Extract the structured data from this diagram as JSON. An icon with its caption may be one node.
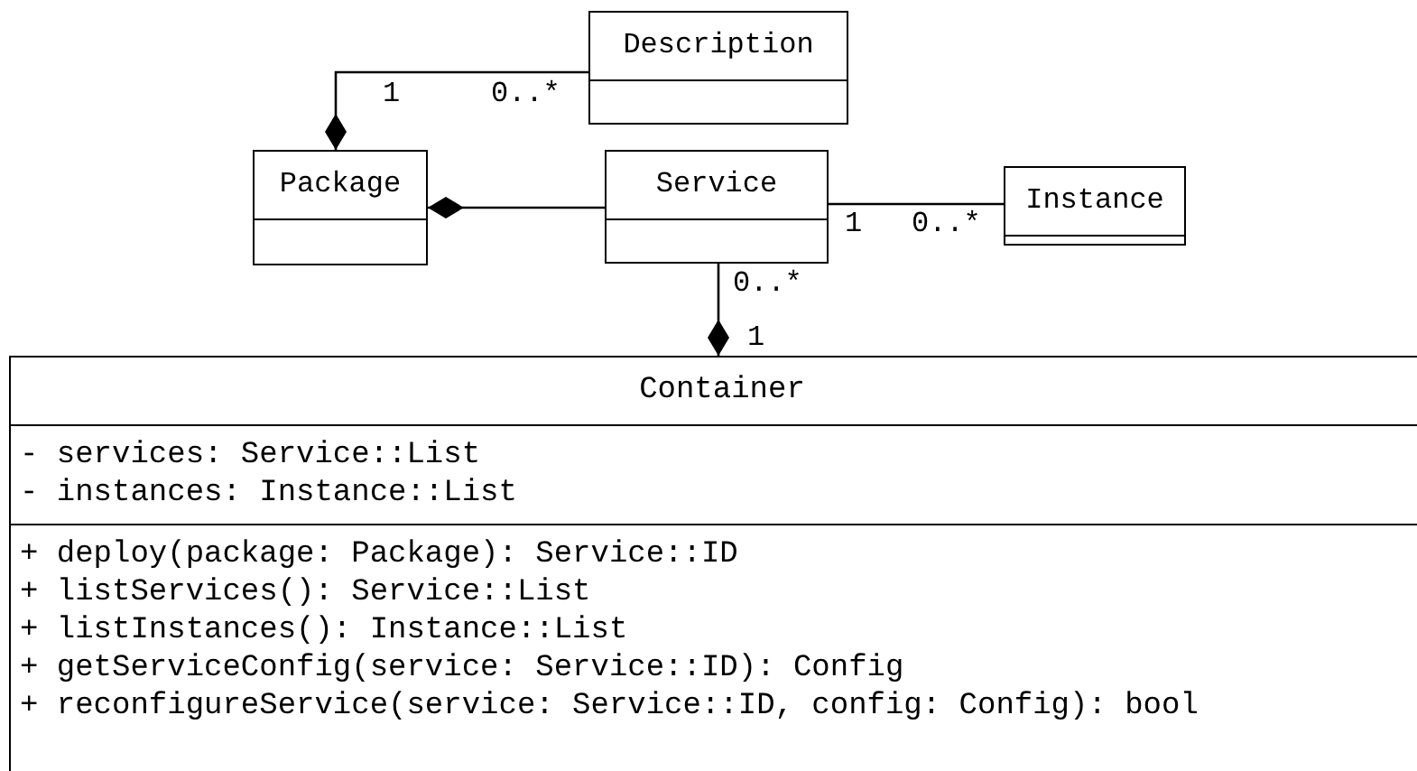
{
  "diagram": {
    "nodes": [
      {
        "text": [
          "Description"
        ]
      },
      {
        "text": [
          "Package"
        ]
      },
      {
        "text": [
          "Service"
        ]
      },
      {
        "text": [
          "Instance"
        ]
      },
      {
        "text": [
          "Container",
          "- services: Service::List",
          "- instances: Instance::List",
          "+ deploy(package: Package): Service::ID",
          "+ listServices(): Service::List",
          "+ listInstances(): Instance::List",
          "+ getServiceConfig(service: Service::ID): Config",
          "+ reconfigureService(service: Service::ID, config: Config): bool"
        ]
      }
    ],
    "edges": [
      {
        "from": 0,
        "to": 1,
        "arrow": "other"
      },
      {
        "from": 2,
        "to": 1,
        "arrow": "other"
      },
      {
        "from": 2,
        "to": 3,
        "arrow": "none"
      },
      {
        "from": 2,
        "to": 4,
        "arrow": "other"
      }
    ],
    "labels": [
      "1",
      "0..*",
      "1",
      "0..*",
      "0..*",
      "1"
    ]
  }
}
